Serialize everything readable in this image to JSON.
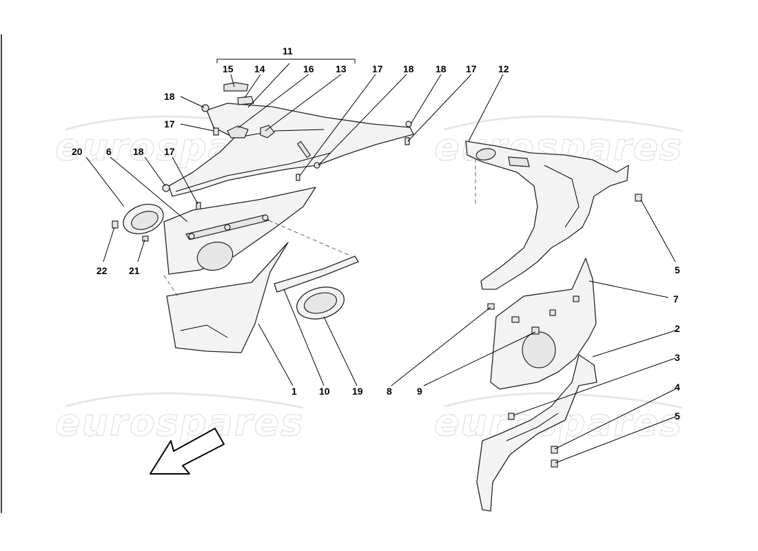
{
  "watermark": {
    "text": "eurospares",
    "color": "#e4e4e4"
  },
  "callouts": [
    {
      "id": "c11",
      "num": "11"
    },
    {
      "id": "c15",
      "num": "15"
    },
    {
      "id": "c14",
      "num": "14"
    },
    {
      "id": "c16",
      "num": "16"
    },
    {
      "id": "c13",
      "num": "13"
    },
    {
      "id": "c17a",
      "num": "17"
    },
    {
      "id": "c18a",
      "num": "18"
    },
    {
      "id": "c18b",
      "num": "18"
    },
    {
      "id": "c17b",
      "num": "17"
    },
    {
      "id": "c12",
      "num": "12"
    },
    {
      "id": "c18c",
      "num": "18"
    },
    {
      "id": "c17c",
      "num": "17"
    },
    {
      "id": "c20",
      "num": "20"
    },
    {
      "id": "c6",
      "num": "6"
    },
    {
      "id": "c18d",
      "num": "18"
    },
    {
      "id": "c17d",
      "num": "17"
    },
    {
      "id": "c22",
      "num": "22"
    },
    {
      "id": "c21",
      "num": "21"
    },
    {
      "id": "c5a",
      "num": "5"
    },
    {
      "id": "c7",
      "num": "7"
    },
    {
      "id": "c2",
      "num": "2"
    },
    {
      "id": "c3",
      "num": "3"
    },
    {
      "id": "c4",
      "num": "4"
    },
    {
      "id": "c5b",
      "num": "5"
    },
    {
      "id": "c1",
      "num": "1"
    },
    {
      "id": "c10",
      "num": "10"
    },
    {
      "id": "c19",
      "num": "19"
    },
    {
      "id": "c8",
      "num": "8"
    },
    {
      "id": "c9",
      "num": "9"
    }
  ],
  "direction_arrow": {
    "icon": "direction-arrow-icon"
  }
}
